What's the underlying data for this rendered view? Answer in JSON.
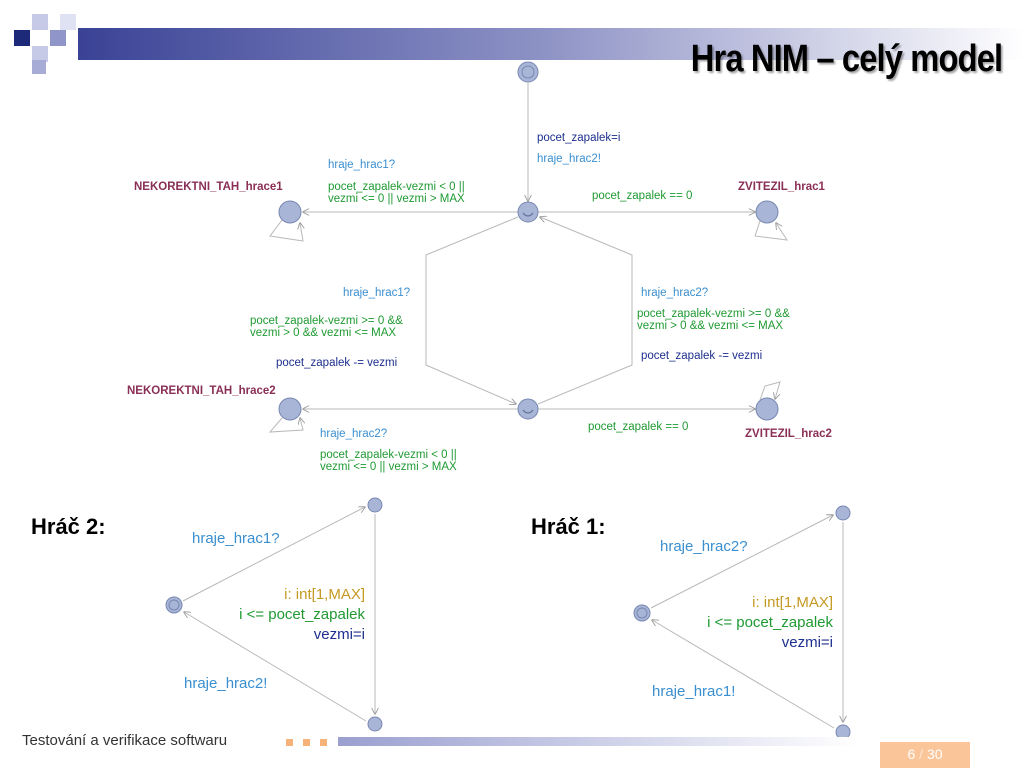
{
  "slide": {
    "title": "Hra NIM  –  celý model",
    "footer_text": "Testování a verifikace softwaru",
    "page_current": "6",
    "page_separator": "/",
    "page_total": "30"
  },
  "colors": {
    "location_fill": "#a9b5d6",
    "location_stroke": "#7787b2",
    "edge": "#b9b9b9",
    "location_name": "#8a2f55",
    "sync": "#3a8fd0",
    "guard": "#1f9a32",
    "assignment": "#1d2f8e",
    "select": "#c59a22"
  },
  "main_model": {
    "locations": [
      {
        "id": "init",
        "name": ""
      },
      {
        "id": "top",
        "name": ""
      },
      {
        "id": "bottom",
        "name": ""
      },
      {
        "id": "nekorektni_tah_hrace1",
        "name": "NEKOREKTNI_TAH_hrace1"
      },
      {
        "id": "zvitezil_hrac1",
        "name": "ZVITEZIL_hrac1"
      },
      {
        "id": "nekorektni_tah_hrace2",
        "name": "NEKOREKTNI_TAH_hrace2"
      },
      {
        "id": "zvitezil_hrac2",
        "name": "ZVITEZIL_hrac2"
      }
    ],
    "edges": {
      "init_to_top": {
        "assign": "pocet_zapalek=i",
        "sync": "hraje_hrac2!"
      },
      "top_to_nekorektni1": {
        "sync": "hraje_hrac1?",
        "guard_line1": "pocet_zapalek-vezmi < 0 ||",
        "guard_line2": "vezmi <= 0 || vezmi > MAX"
      },
      "top_to_zvitezil1": {
        "guard": "pocet_zapalek == 0"
      },
      "top_to_bottom": {
        "sync": "hraje_hrac1?",
        "guard_line1": "pocet_zapalek-vezmi >= 0 &&",
        "guard_line2": "vezmi > 0 && vezmi <= MAX",
        "assign": "pocet_zapalek -= vezmi"
      },
      "bottom_to_top": {
        "sync": "hraje_hrac2?",
        "guard_line1": "pocet_zapalek-vezmi >= 0 &&",
        "guard_line2": "vezmi > 0 && vezmi <= MAX",
        "assign": "pocet_zapalek -= vezmi"
      },
      "bottom_to_nekorektni2": {
        "sync": "hraje_hrac2?",
        "guard_line1": "pocet_zapalek-vezmi < 0 ||",
        "guard_line2": "vezmi <= 0 || vezmi > MAX"
      },
      "bottom_to_zvitezil2": {
        "guard": "pocet_zapalek == 0"
      }
    }
  },
  "player2": {
    "label": "Hráč 2:",
    "sync_in": "hraje_hrac1?",
    "select": "i: int[1,MAX]",
    "guard": "i <= pocet_zapalek",
    "assign": "vezmi=i",
    "sync_out": "hraje_hrac2!"
  },
  "player1": {
    "label": "Hráč 1:",
    "sync_in": "hraje_hrac2?",
    "select": "i: int[1,MAX]",
    "guard": "i <= pocet_zapalek",
    "assign": "vezmi=i",
    "sync_out": "hraje_hrac1!"
  }
}
